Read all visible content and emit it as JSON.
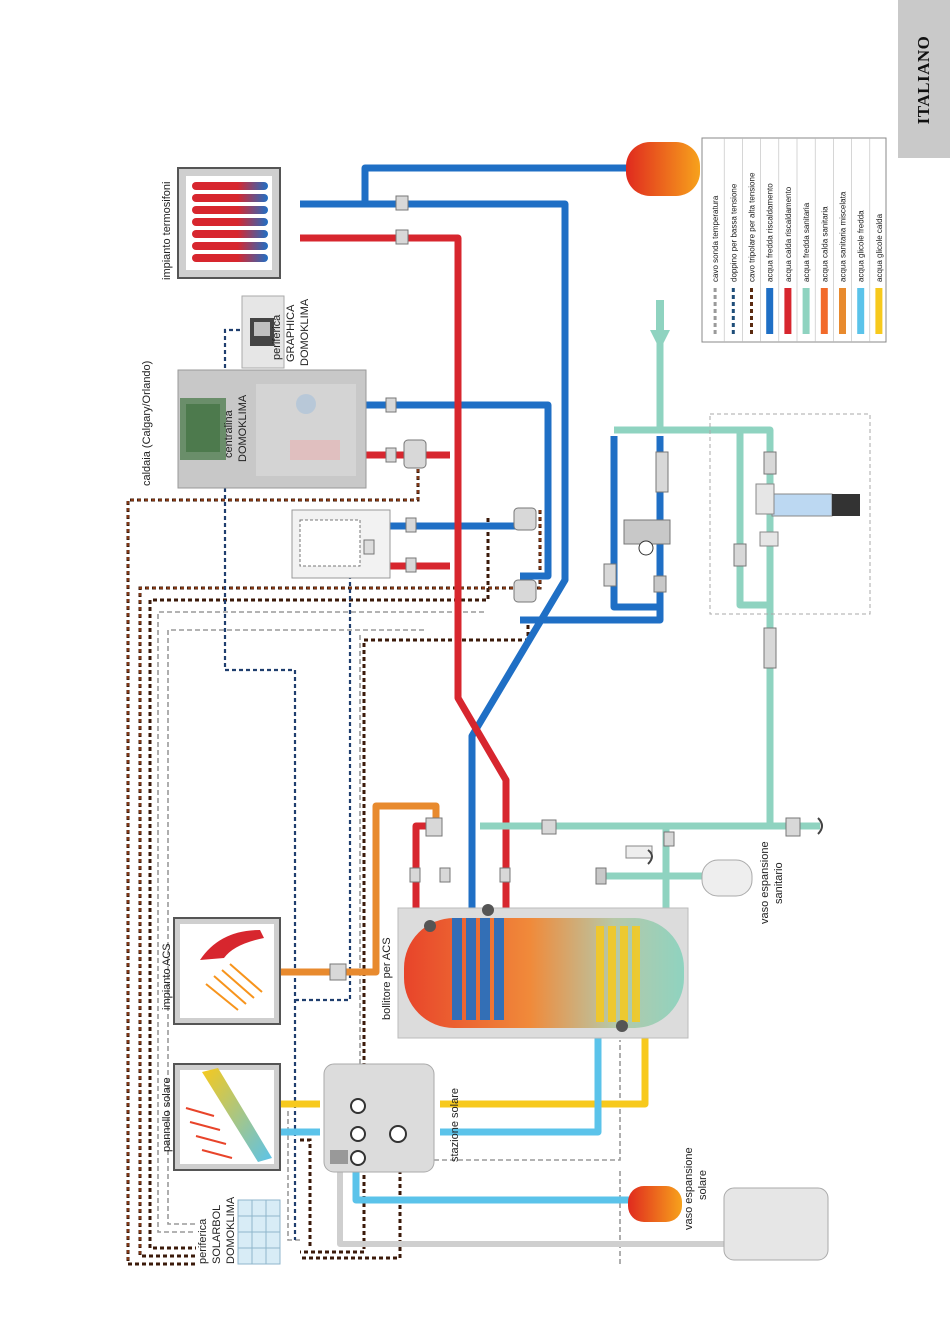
{
  "language_tab": "ITALIANO",
  "labels": {
    "impianto_termosifoni": "impianto termosifoni",
    "caldaia": "caldaia (Calgary/Orlando)",
    "centralina_1": "centralina",
    "centralina_2": "DOMOKLIMA",
    "graphica_1": "periferica",
    "graphica_2": "GRAPHICA",
    "graphica_3": "DOMOKLIMA",
    "impianto_acs": "impianto ACS",
    "bollitore": "bollitore per ACS",
    "pannello_solare": "pannello solare",
    "stazione_solare": "stazione solare",
    "solarbol_1": "periferica",
    "solarbol_2": "SOLARBOL",
    "solarbol_3": "DOMOKLIMA",
    "vaso_solare_1": "vaso espansione",
    "vaso_solare_2": "solare",
    "vaso_sanitario_1": "vaso espansione",
    "vaso_sanitario_2": "sanitario"
  },
  "legend": [
    {
      "label": "cavo sonda temperatura",
      "color": "#9a9a9a",
      "style": "dashed-grey"
    },
    {
      "label": "doppino per bassa tensione",
      "color": "#1f4e79",
      "style": "dashed-blue"
    },
    {
      "label": "cavo tripolare per alta tensione",
      "color": "#5a2a10",
      "style": "dashed-brown"
    },
    {
      "label": "acqua fredda riscaldamento",
      "color": "#1f6fc5",
      "style": "solid"
    },
    {
      "label": "acqua calda riscaldamento",
      "color": "#d7262e",
      "style": "solid"
    },
    {
      "label": "acqua fredda sanitaria",
      "color": "#8fd3c0",
      "style": "solid"
    },
    {
      "label": "acqua calda sanitaria",
      "color": "#f26a2a",
      "style": "solid"
    },
    {
      "label": "acqua sanitaria miscelata",
      "color": "#e88a2e",
      "style": "solid"
    },
    {
      "label": "acqua glicole fredda",
      "color": "#5bc3ea",
      "style": "solid"
    },
    {
      "label": "acqua glicole calda",
      "color": "#f7c91c",
      "style": "solid"
    }
  ]
}
